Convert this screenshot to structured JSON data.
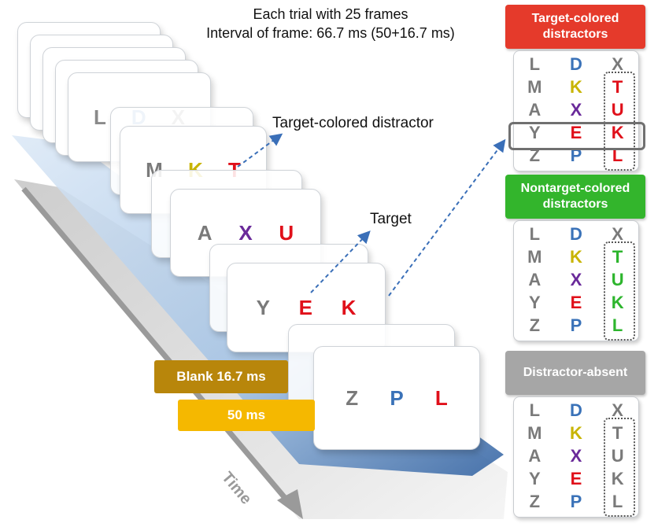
{
  "header": {
    "line1": "Each trial with 25 frames",
    "line2": "Interval of frame: 66.7 ms (50+16.7 ms)"
  },
  "frames": [
    {
      "letters": [
        {
          "t": "L",
          "c": "#8a8a8a"
        },
        {
          "t": "D",
          "c": "#7aa3d4"
        },
        {
          "t": "X",
          "c": "#9a9a9a"
        }
      ]
    },
    {
      "letters": [
        {
          "t": "M",
          "c": "#7a7a7a"
        },
        {
          "t": "K",
          "c": "#c8b400"
        },
        {
          "t": "T",
          "c": "#e0101a"
        }
      ]
    },
    {
      "letters": [
        {
          "t": "A",
          "c": "#7a7a7a"
        },
        {
          "t": "X",
          "c": "#6a2a9a"
        },
        {
          "t": "U",
          "c": "#e0101a"
        }
      ]
    },
    {
      "letters": [
        {
          "t": "Y",
          "c": "#7a7a7a"
        },
        {
          "t": "E",
          "c": "#e0101a"
        },
        {
          "t": "K",
          "c": "#e0101a"
        }
      ]
    },
    {
      "letters": [
        {
          "t": "Z",
          "c": "#7a7a7a"
        },
        {
          "t": "P",
          "c": "#3a72b8"
        },
        {
          "t": "L",
          "c": "#e0101a"
        }
      ]
    }
  ],
  "annotations": {
    "distractor": "Target-colored distractor",
    "target": "Target",
    "time_axis": "Time"
  },
  "timing": {
    "blank": "Blank 16.7 ms",
    "stim": "50 ms"
  },
  "colors": {
    "red": "#e0101a",
    "green": "#2db52d",
    "gray_text": "#7a7a7a",
    "yellow": "#c8b400",
    "purple": "#6a2a9a",
    "blue": "#3a72b8",
    "header_red": "#e53a2b",
    "header_green": "#33b52c",
    "header_gray": "#a6a6a6",
    "blank_bar": "#b8860b",
    "stim_bar": "#f5b800"
  },
  "panels": [
    {
      "title": "Target-colored distractors",
      "title_color": "#e53a2b",
      "rows": [
        [
          {
            "t": "L",
            "c": "#7a7a7a"
          },
          {
            "t": "D",
            "c": "#3a72b8"
          },
          {
            "t": "X",
            "c": "#7a7a7a"
          }
        ],
        [
          {
            "t": "M",
            "c": "#7a7a7a"
          },
          {
            "t": "K",
            "c": "#c8b400"
          },
          {
            "t": "T",
            "c": "#e0101a"
          }
        ],
        [
          {
            "t": "A",
            "c": "#7a7a7a"
          },
          {
            "t": "X",
            "c": "#6a2a9a"
          },
          {
            "t": "U",
            "c": "#e0101a"
          }
        ],
        [
          {
            "t": "Y",
            "c": "#7a7a7a"
          },
          {
            "t": "E",
            "c": "#e0101a"
          },
          {
            "t": "K",
            "c": "#e0101a"
          }
        ],
        [
          {
            "t": "Z",
            "c": "#7a7a7a"
          },
          {
            "t": "P",
            "c": "#3a72b8"
          },
          {
            "t": "L",
            "c": "#e0101a"
          }
        ]
      ]
    },
    {
      "title": "Nontarget-colored distractors",
      "title_color": "#33b52c",
      "rows": [
        [
          {
            "t": "L",
            "c": "#7a7a7a"
          },
          {
            "t": "D",
            "c": "#3a72b8"
          },
          {
            "t": "X",
            "c": "#7a7a7a"
          }
        ],
        [
          {
            "t": "M",
            "c": "#7a7a7a"
          },
          {
            "t": "K",
            "c": "#c8b400"
          },
          {
            "t": "T",
            "c": "#2db52d"
          }
        ],
        [
          {
            "t": "A",
            "c": "#7a7a7a"
          },
          {
            "t": "X",
            "c": "#6a2a9a"
          },
          {
            "t": "U",
            "c": "#2db52d"
          }
        ],
        [
          {
            "t": "Y",
            "c": "#7a7a7a"
          },
          {
            "t": "E",
            "c": "#e0101a"
          },
          {
            "t": "K",
            "c": "#2db52d"
          }
        ],
        [
          {
            "t": "Z",
            "c": "#7a7a7a"
          },
          {
            "t": "P",
            "c": "#3a72b8"
          },
          {
            "t": "L",
            "c": "#2db52d"
          }
        ]
      ]
    },
    {
      "title": "Distractor-absent",
      "title_color": "#a6a6a6",
      "rows": [
        [
          {
            "t": "L",
            "c": "#7a7a7a"
          },
          {
            "t": "D",
            "c": "#3a72b8"
          },
          {
            "t": "X",
            "c": "#7a7a7a"
          }
        ],
        [
          {
            "t": "M",
            "c": "#7a7a7a"
          },
          {
            "t": "K",
            "c": "#c8b400"
          },
          {
            "t": "T",
            "c": "#7a7a7a"
          }
        ],
        [
          {
            "t": "A",
            "c": "#7a7a7a"
          },
          {
            "t": "X",
            "c": "#6a2a9a"
          },
          {
            "t": "U",
            "c": "#7a7a7a"
          }
        ],
        [
          {
            "t": "Y",
            "c": "#7a7a7a"
          },
          {
            "t": "E",
            "c": "#e0101a"
          },
          {
            "t": "K",
            "c": "#7a7a7a"
          }
        ],
        [
          {
            "t": "Z",
            "c": "#7a7a7a"
          },
          {
            "t": "P",
            "c": "#3a72b8"
          },
          {
            "t": "L",
            "c": "#7a7a7a"
          }
        ]
      ]
    }
  ]
}
